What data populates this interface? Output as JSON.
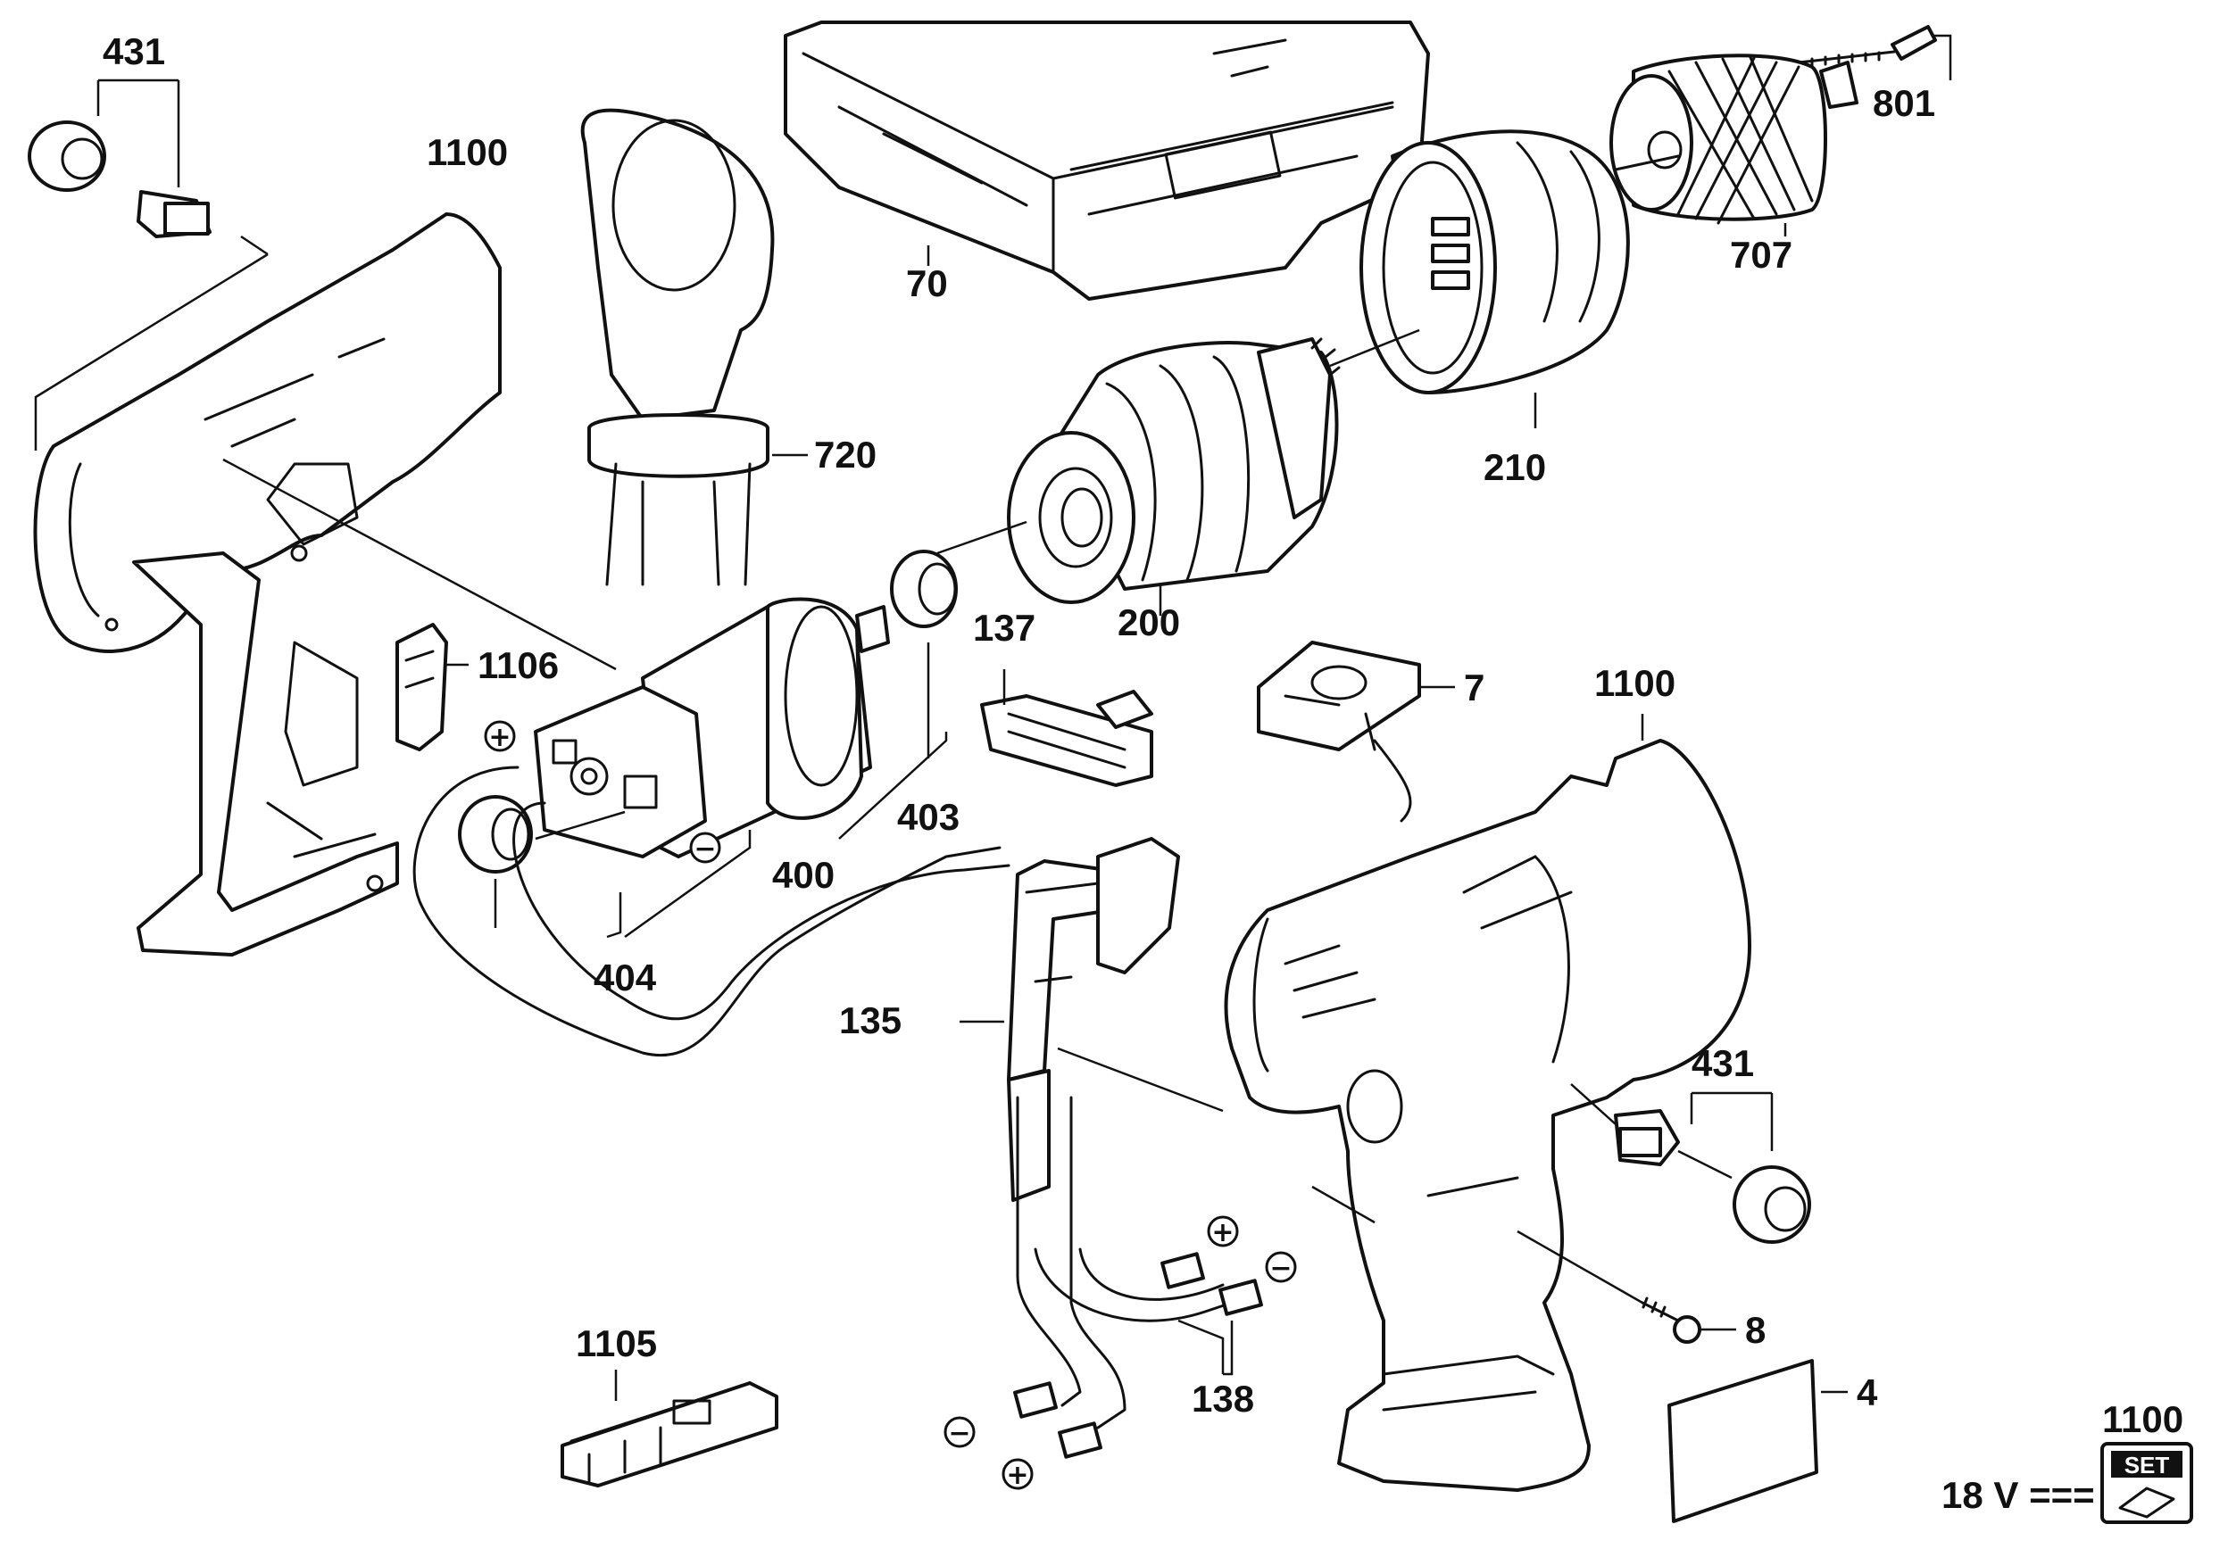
{
  "labels": {
    "l431a": "431",
    "l1100a": "1100",
    "l720": "720",
    "l70": "70",
    "l801": "801",
    "l707": "707",
    "l210": "210",
    "l200": "200",
    "l137": "137",
    "l7": "7",
    "l1100b": "1100",
    "l1106": "1106",
    "l403": "403",
    "l400": "400",
    "l404": "404",
    "l135": "135",
    "l431b": "431",
    "l8": "8",
    "l1105": "1105",
    "l138": "138",
    "l4": "4",
    "l1100c": "1100",
    "voltage": "18 V ==="
  },
  "symbols": {
    "plus": "+",
    "minus": "−",
    "set": "SET"
  }
}
